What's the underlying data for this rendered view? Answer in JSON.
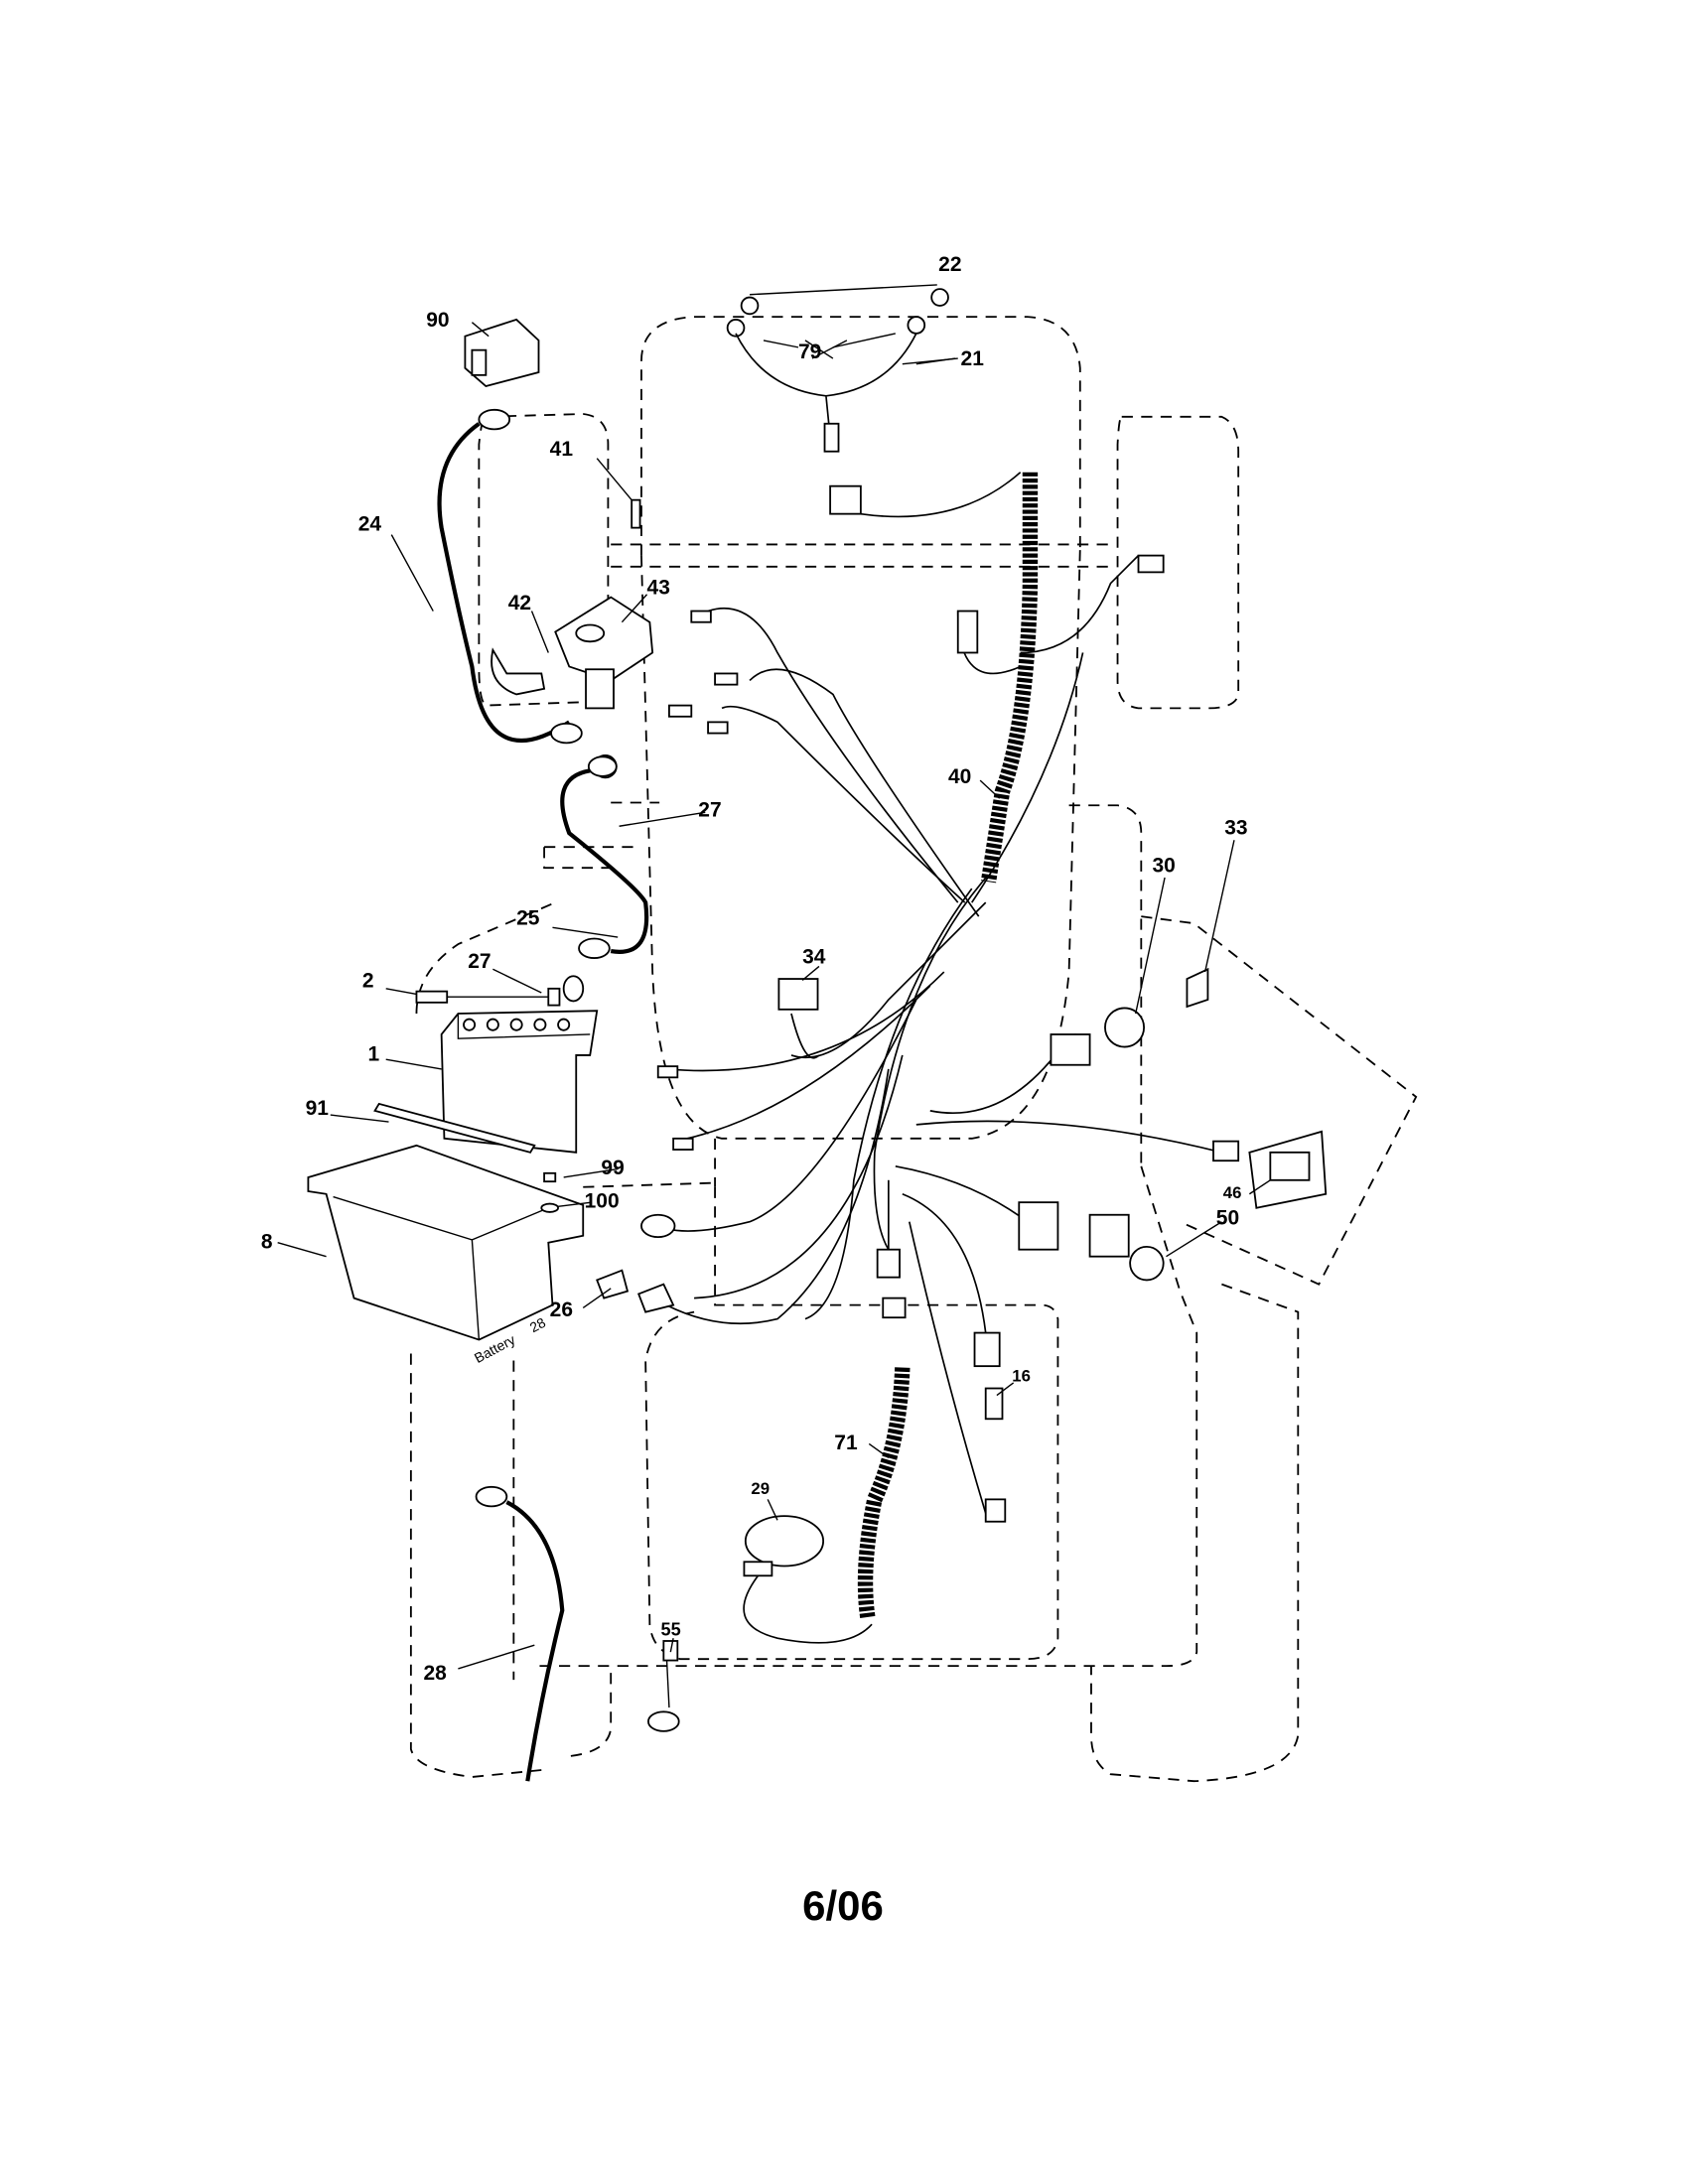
{
  "diagram": {
    "callouts": {
      "c22": "22",
      "c79": "79",
      "c21": "21",
      "c90": "90",
      "c41": "41",
      "c24": "24",
      "c42": "42",
      "c43": "43",
      "c27a": "27",
      "c40": "40",
      "c33": "33",
      "c30": "30",
      "c25": "25",
      "c27b": "27",
      "c2": "2",
      "c34": "34",
      "c1": "1",
      "c91": "91",
      "c99": "99",
      "c100": "100",
      "c46": "46",
      "c8": "8",
      "c50": "50",
      "c26": "26",
      "c16": "16",
      "c71": "71",
      "c29": "29",
      "c55": "55",
      "c28": "28"
    },
    "battery_box_text": "Battery",
    "battery_box_number": "28",
    "page_code": "6/06"
  }
}
